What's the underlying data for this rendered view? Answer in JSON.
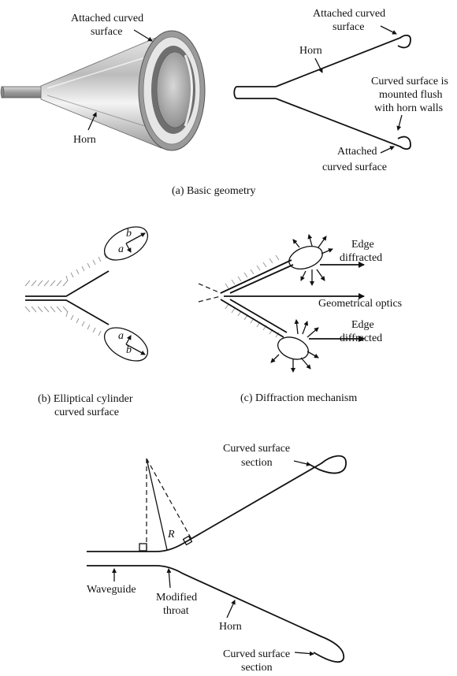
{
  "panel_a": {
    "left_attached_label_1": "Attached curved",
    "left_attached_label_2": "surface",
    "left_horn_label": "Horn",
    "right_attached_top_1": "Attached curved",
    "right_attached_top_2": "surface",
    "right_horn_label": "Horn",
    "flush_note_1": "Curved surface is",
    "flush_note_2": "mounted flush",
    "flush_note_3": "with horn walls",
    "right_attached_bottom_1": "Attached",
    "right_attached_bottom_2": "curved surface",
    "caption": "(a) Basic geometry"
  },
  "panel_b": {
    "axis_a_top": "a",
    "axis_b_top": "b",
    "axis_a_bottom": "a",
    "axis_b_bottom": "b",
    "caption_1": "(b) Elliptical cylinder",
    "caption_2": "curved surface"
  },
  "panel_c": {
    "edge_top_1": "Edge",
    "edge_top_2": "diffracted",
    "geo_optics": "Geometrical optics",
    "edge_bottom_1": "Edge",
    "edge_bottom_2": "diffracted",
    "caption": "(c) Diffraction mechanism"
  },
  "panel_d": {
    "curved_top_1": "Curved surface",
    "curved_top_2": "section",
    "radius_label": "R",
    "waveguide_label": "Waveguide",
    "modified_throat_1": "Modified",
    "modified_throat_2": "throat",
    "horn_label": "Horn",
    "curved_bottom_1": "Curved surface",
    "curved_bottom_2": "section"
  }
}
